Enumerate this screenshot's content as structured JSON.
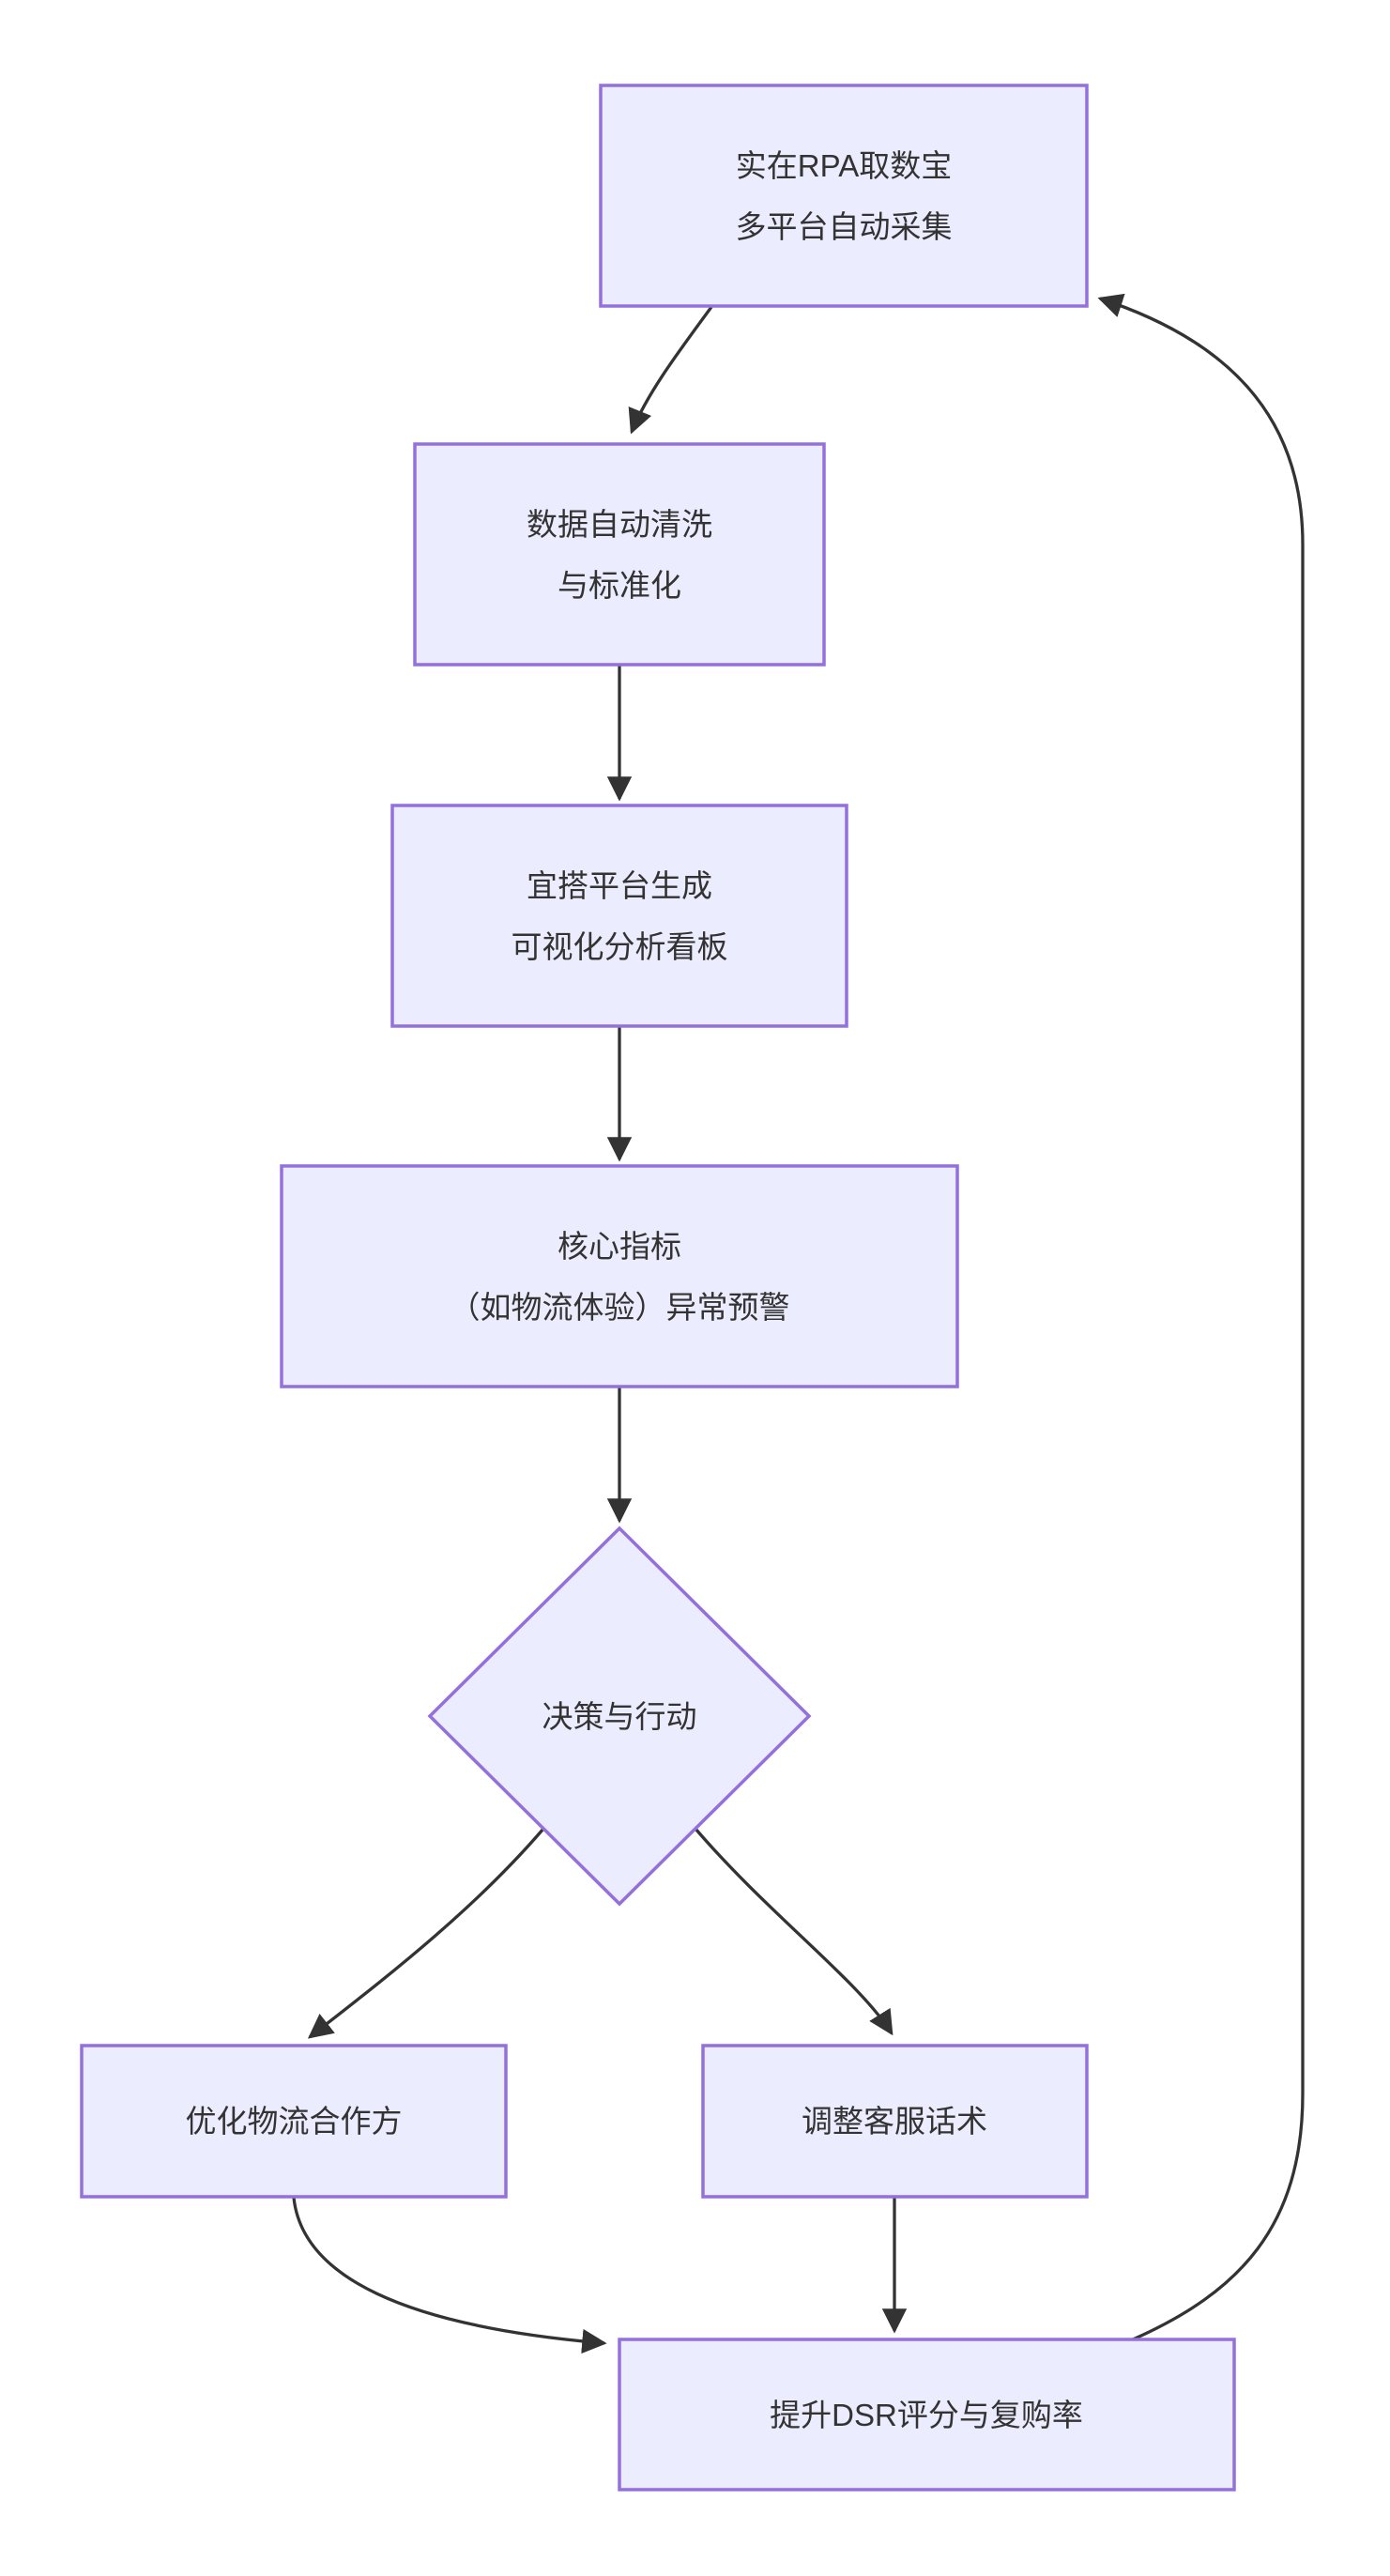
{
  "diagram": {
    "type": "flowchart",
    "direction": "top-down",
    "colors": {
      "background": "#FFFFFF",
      "node_fill": "#ECECFF",
      "node_border": "#9370DB",
      "edge": "#333333",
      "text": "#333333"
    },
    "nodes": {
      "collect": {
        "shape": "rect",
        "line1": "实在RPA取数宝",
        "line2": "多平台自动采集"
      },
      "clean": {
        "shape": "rect",
        "line1": "数据自动清洗",
        "line2": "与标准化"
      },
      "dashboard": {
        "shape": "rect",
        "line1": "宜搭平台生成",
        "line2": "可视化分析看板"
      },
      "alert": {
        "shape": "rect",
        "line1": "核心指标",
        "line2": "（如物流体验）异常预警"
      },
      "decision": {
        "shape": "diamond",
        "label": "决策与行动"
      },
      "logistics": {
        "shape": "rect",
        "label": "优化物流合作方"
      },
      "service": {
        "shape": "rect",
        "label": "调整客服话术"
      },
      "result": {
        "shape": "rect",
        "label": "提升DSR评分与复购率"
      }
    },
    "edges": [
      {
        "from": "collect",
        "to": "clean"
      },
      {
        "from": "clean",
        "to": "dashboard"
      },
      {
        "from": "dashboard",
        "to": "alert"
      },
      {
        "from": "alert",
        "to": "decision"
      },
      {
        "from": "decision",
        "to": "logistics"
      },
      {
        "from": "decision",
        "to": "service"
      },
      {
        "from": "logistics",
        "to": "result"
      },
      {
        "from": "service",
        "to": "result"
      },
      {
        "from": "result",
        "to": "collect"
      }
    ]
  }
}
